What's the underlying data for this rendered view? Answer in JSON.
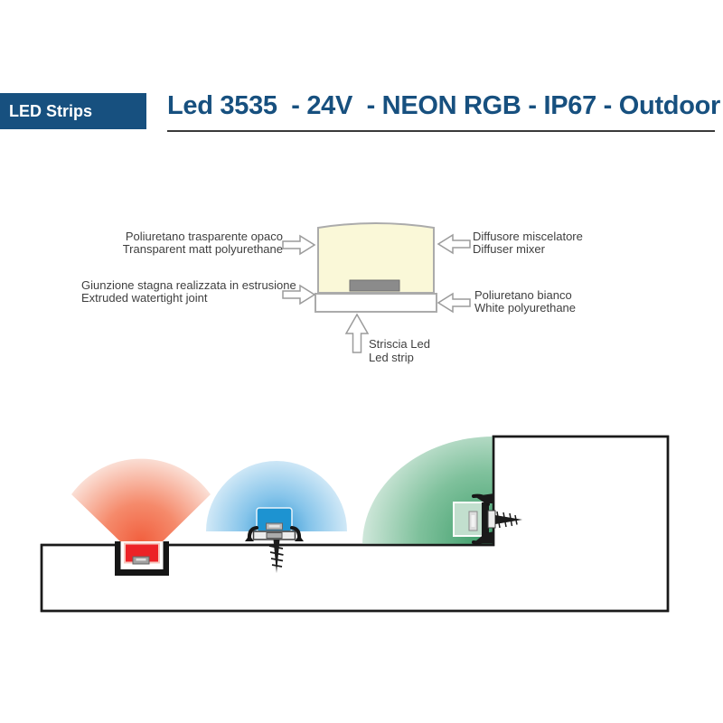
{
  "header": {
    "badge_label": "LED Strips",
    "title": "Led 3535  - 24V  - NEON RGB - IP67 - Outdoor"
  },
  "cross_section": {
    "label_transparent": {
      "line1": "Poliuretano trasparente opaco",
      "line2": "Transparent matt polyurethane"
    },
    "label_joint": {
      "line1": "Giunzione stagna realizzata in estrusione",
      "line2": "Extruded watertight joint"
    },
    "label_diffuser": {
      "line1": "Diffusore miscelatore",
      "line2": "Diffuser mixer"
    },
    "label_white_poly": {
      "line1": "Poliuretano bianco",
      "line2": "White polyurethane"
    },
    "label_led_strip": {
      "line1": "Striscia Led",
      "line2": "Led strip"
    }
  },
  "colors": {
    "brand_blue": "#17507F",
    "badge_text": "#FFFFFF",
    "rule_line": "#3A3A3A",
    "label_text": "#3F3F3F",
    "strip_body_fill": "#FAF8D8",
    "strip_body_stroke": "#ABABAB",
    "led_bar_gray": "#8B8B8B",
    "arrow_outline": "#9B9B9B",
    "red_led": "#EC2227",
    "red_glow_inner": "#F15F3E",
    "red_glow_outer": "#FBE2D9",
    "blue_strip": "#1D93D1",
    "blue_glow_inner": "#2F96D3",
    "blue_glow_outer": "#D8ECF8",
    "green_glow_inner": "#3F9E6B",
    "green_glow_outer": "#E7F3EC",
    "ground_outline": "#1A1A1A"
  }
}
